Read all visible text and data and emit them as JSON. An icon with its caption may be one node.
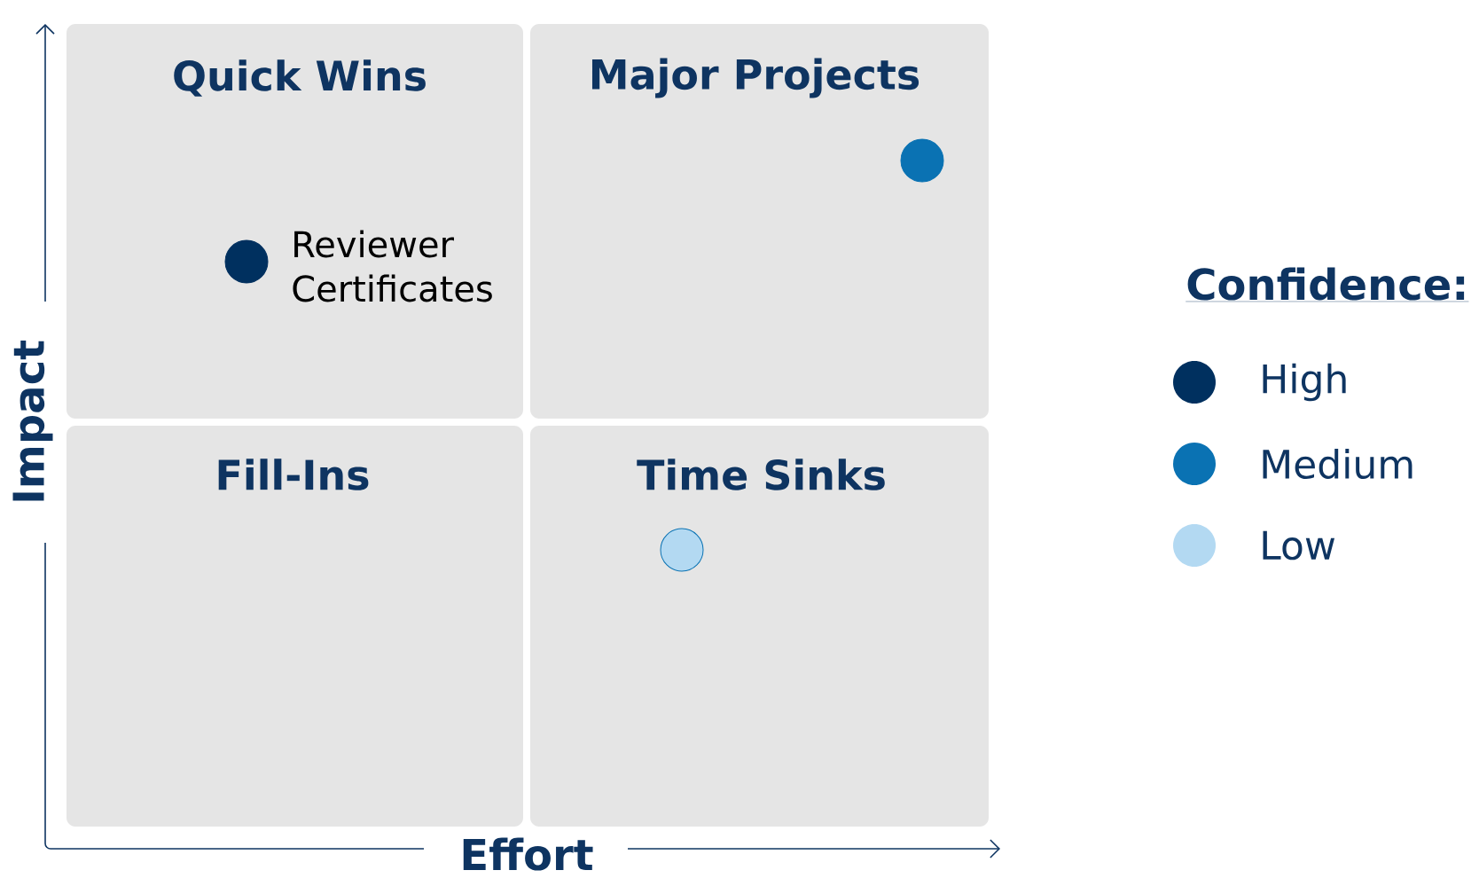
{
  "diagram": {
    "nodes": [
      {
        "text": [
          "Quick Wins"
        ]
      },
      {
        "text": [
          "Major Projects"
        ]
      },
      {
        "text": [
          "Fill-Ins"
        ]
      },
      {
        "text": [
          "Time Sinks"
        ]
      },
      {
        "text": [],
        "shape": "circle",
        "in": 0,
        "beside": [
          "Reviewer Certificates"
        ]
      },
      {
        "text": [],
        "shape": "circle",
        "in": 1
      },
      {
        "text": [],
        "shape": "circle",
        "in": 3
      }
    ],
    "labels": [
      "Impact",
      "Effort",
      "Confidence:"
    ],
    "legend": [
      {
        "text": "High",
        "color": "#00305f"
      },
      {
        "text": "Medium",
        "color": "#0a72b3"
      },
      {
        "text": "Low",
        "color": "#b3d9f2"
      }
    ]
  }
}
